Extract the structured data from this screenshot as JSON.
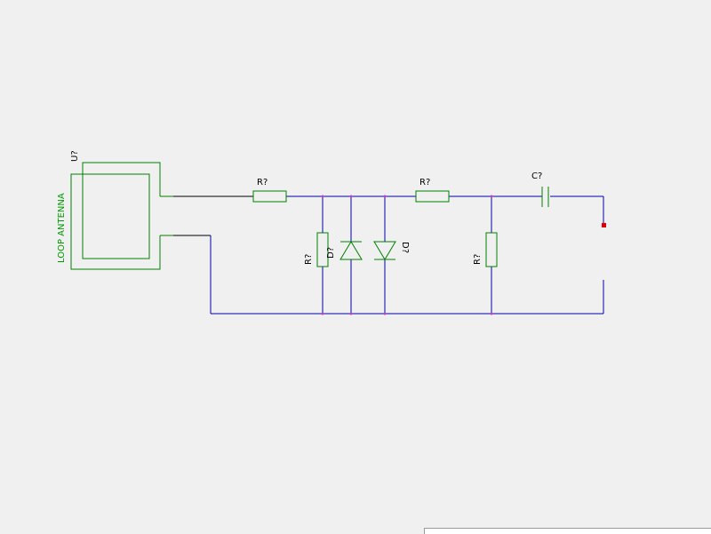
{
  "colors": {
    "background": "#f0f0f0",
    "wire": "#0000a8",
    "component": "#008000",
    "antenna_label": "#009a00",
    "junction": "#c040c0",
    "marker": "#e00000",
    "text": "#000000"
  },
  "schematic": {
    "antenna": {
      "ref": "U?",
      "value": "LOOP ANTENNA"
    },
    "resistor_series_1": {
      "ref": "R?"
    },
    "resistor_shunt_1": {
      "ref": "R?"
    },
    "diode_1": {
      "ref": "D?"
    },
    "diode_2": {
      "ref": "D?"
    },
    "resistor_series_2": {
      "ref": "R?"
    },
    "resistor_shunt_2": {
      "ref": "R?"
    },
    "capacitor": {
      "ref": "C?"
    }
  }
}
